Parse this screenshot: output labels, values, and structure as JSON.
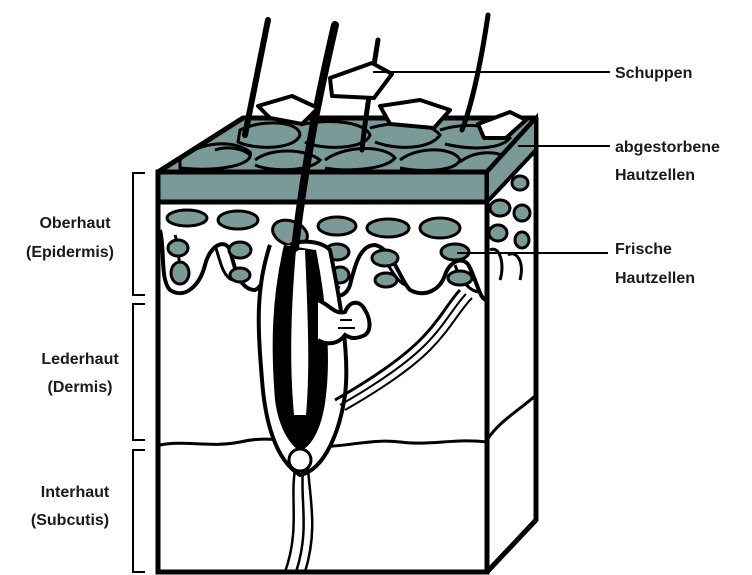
{
  "labels": {
    "scales": "Schuppen",
    "dead_cells_1": "abgestorbene",
    "dead_cells_2": "Hautzellen",
    "fresh_cells_1": "Frische",
    "fresh_cells_2": "Hautzellen",
    "epidermis_1": "Oberhaut",
    "epidermis_2": "(Epidermis)",
    "dermis_1": "Lederhaut",
    "dermis_2": "(Dermis)",
    "subcutis_1": "Interhaut",
    "subcutis_2": "(Subcutis)"
  },
  "colors": {
    "cell_fill": "#7a9a98",
    "outline": "#000000",
    "background": "#ffffff"
  }
}
